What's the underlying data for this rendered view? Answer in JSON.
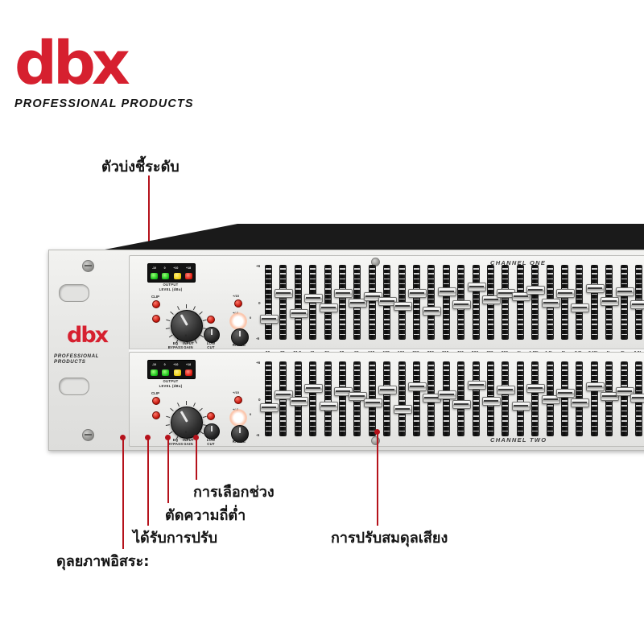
{
  "brand": {
    "name": "dbx",
    "tagline": "PROFESSIONAL PRODUCTS"
  },
  "device": {
    "ear_logo": "dbx",
    "ear_tagline": "PROFESSIONAL PRODUCTS",
    "channels": [
      {
        "label": "CHANNEL ONE"
      },
      {
        "label": "CHANNEL TWO"
      }
    ],
    "meter": {
      "title_line1": "OUTPUT",
      "title_line2": "LEVEL (dBu)",
      "scale": [
        "-10",
        "0",
        "+10",
        "+18"
      ],
      "lamp_colors": [
        "#1ec41e",
        "#1ec41e",
        "#f0d111",
        "#e01d12"
      ]
    },
    "controls": {
      "clip_label": "CLIP",
      "eq_bypass_line1": "EQ",
      "eq_bypass_line2": "BYPASS",
      "input_gain_line1": "INPUT",
      "input_gain_line2": "GAIN",
      "low_cut_line1": "LOW",
      "low_cut_line2": "CUT",
      "gain_center": "0",
      "gain_min": "-12",
      "gain_max": "+12",
      "range_label": "RANGE",
      "range_hi": "+/15",
      "range_lo": "+/-6",
      "range_zero": "0"
    },
    "fader_scale": {
      "top": "+6",
      "mid": "0",
      "bottom": "-6"
    },
    "frequencies": [
      "20",
      "25",
      "31.5",
      "40",
      "50",
      "63",
      "80",
      "100",
      "125",
      "160",
      "200",
      "250",
      "315",
      "400",
      "500",
      "630",
      "800",
      "1k",
      "1.25k",
      "1.6k",
      "2k",
      "2.5k",
      "3.15k",
      "4k",
      "5k",
      "6.3k"
    ],
    "fader_positions_ch1": [
      62,
      30,
      55,
      36,
      48,
      30,
      42,
      34,
      40,
      46,
      30,
      52,
      28,
      44,
      22,
      38,
      30,
      34,
      26,
      42,
      30,
      48,
      24,
      40,
      28,
      44
    ],
    "fader_positions_ch2": [
      52,
      36,
      44,
      28,
      50,
      32,
      38,
      46,
      30,
      54,
      26,
      40,
      36,
      48,
      24,
      44,
      30,
      50,
      28,
      42,
      34,
      46,
      26,
      38,
      32,
      40
    ]
  },
  "annotations": [
    {
      "id": "level-indicator",
      "text": "ตัวบ่งชี้ระดับ"
    },
    {
      "id": "range-selection",
      "text": "การเลือกช่วง"
    },
    {
      "id": "low-cut",
      "text": "ตัดความถี่ต่ำ"
    },
    {
      "id": "gain-adjust",
      "text": "ได้รับการปรับ"
    },
    {
      "id": "sound-balance",
      "text": "การปรับสมดุลเสียง"
    },
    {
      "id": "independent-balance",
      "text": "ดุลยภาพอิสระ:"
    }
  ],
  "colors": {
    "brand_red": "#d6202f",
    "leader_red": "#b5121b",
    "panel": "#ececea",
    "deck": "#1a1a1a"
  }
}
